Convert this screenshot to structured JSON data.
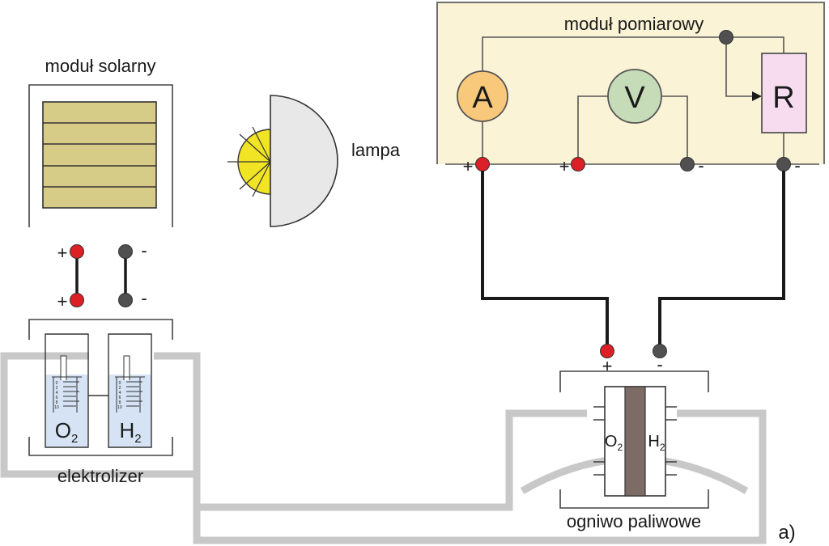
{
  "labels": {
    "solar_module": "moduł solarny",
    "lamp": "lampa",
    "measurement_module": "moduł pomiarowy",
    "electrolyzer": "elektrolizer",
    "fuel_cell": "ogniwo paliwowe",
    "figure_tag": "a)"
  },
  "meters": {
    "ammeter": "A",
    "voltmeter": "V",
    "resistor": "R"
  },
  "polarity": {
    "plus": "+",
    "minus": "-"
  },
  "gases": {
    "oxygen": "O",
    "hydrogen": "H",
    "subscript": "2"
  },
  "scale_ticks": [
    "0",
    "2",
    "4",
    "6",
    "8",
    "10"
  ],
  "colors": {
    "measurement_panel": "#fbf3d6",
    "solar_panel": "#d7cb88",
    "ammeter": "#f8c97a",
    "voltmeter": "#c6dbb8",
    "resistor": "#f6dcee",
    "lamp_light": "#f1e424",
    "lamp_shade": "#e8e8e8",
    "terminal_positive": "#dd1f26",
    "terminal_negative": "#505050",
    "gas_tube": "#c8c8c8",
    "electrolyte": "#d5e3f4",
    "membrane": "#7d6c66"
  }
}
